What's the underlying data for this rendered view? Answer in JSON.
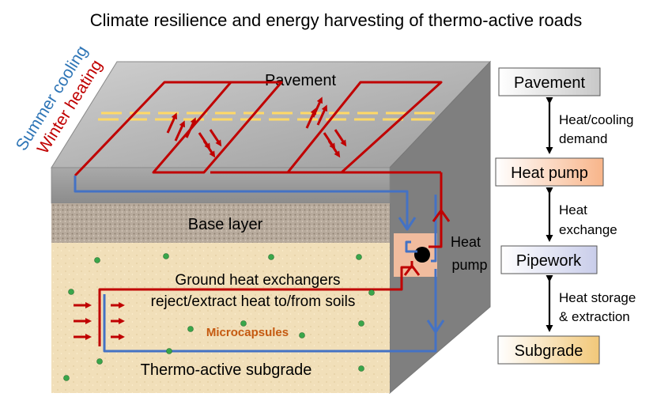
{
  "title": "Climate resilience and energy harvesting of thermo-active roads",
  "layers": {
    "pavement": "Pavement",
    "base": "Base layer",
    "subgrade": "Thermo-active subgrade"
  },
  "modes": {
    "cooling": "Summer cooling",
    "heating": "Winter heating"
  },
  "heat_pump_label": [
    "Heat",
    "pump"
  ],
  "exchanger_text": [
    "Ground heat exchangers",
    "reject/extract heat to/from soils"
  ],
  "microcapsules": "Microcapsules",
  "flow": {
    "boxes": [
      "Pavement",
      "Heat pump",
      "Pipework",
      "Subgrade"
    ],
    "links": [
      [
        "Heat/cooling",
        "demand"
      ],
      [
        "Heat",
        "exchange"
      ],
      [
        "Heat storage",
        "& extraction"
      ]
    ]
  },
  "colors": {
    "heating": "#c00000",
    "cooling": "#4472c4",
    "cooling_text": "#2e75b6",
    "microcapsules": "#c55a11",
    "dots": "#3aa64a",
    "stripe": "#ffd966"
  }
}
